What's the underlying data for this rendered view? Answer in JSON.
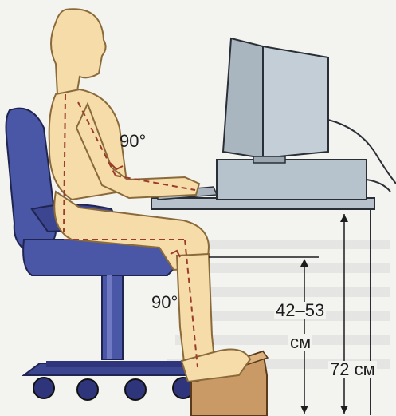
{
  "annotations": {
    "arm_angle": "90°",
    "knee_angle": "90°",
    "seat_height_range": "42–53",
    "seat_height_unit": "см",
    "desk_height": "72 см"
  },
  "colors": {
    "background": "#f3f3f0",
    "skin": "#f5dca8",
    "skin_outline": "#8a6a3a",
    "chair": "#4a56a6",
    "chair_dark": "#2e357a",
    "desk": "#b8c2cc",
    "monitor": "#b7c3cc",
    "footrest": "#c99a66"
  },
  "icons": [
    "person-figure",
    "office-chair",
    "computer-monitor",
    "system-unit",
    "keyboard",
    "footrest"
  ]
}
